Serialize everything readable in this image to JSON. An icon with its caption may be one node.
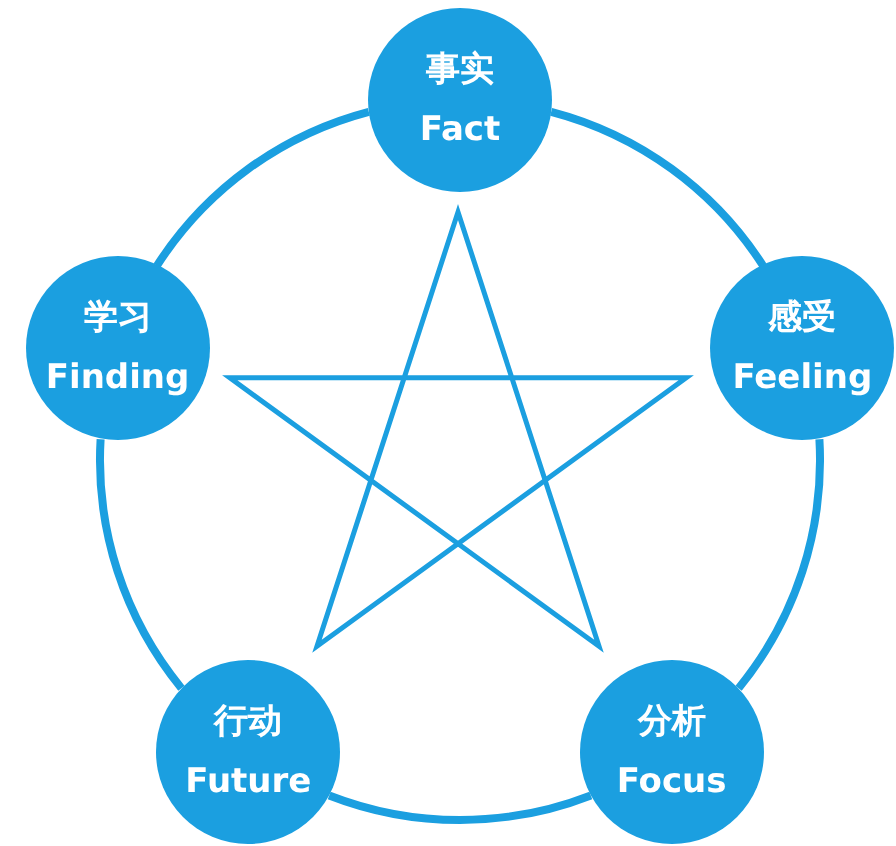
{
  "diagram": {
    "nodes": [
      {
        "text": [
          "事实",
          "Fact"
        ]
      },
      {
        "text": [
          "感受",
          "Feeling"
        ]
      },
      {
        "text": [
          "分析",
          "Focus"
        ]
      },
      {
        "text": [
          "行动",
          "Future"
        ]
      },
      {
        "text": [
          "学习",
          "Finding"
        ]
      }
    ],
    "edges": [
      {
        "from": 0,
        "to": 1,
        "arrow": "none"
      },
      {
        "from": 1,
        "to": 2,
        "arrow": "none"
      },
      {
        "from": 2,
        "to": 3,
        "arrow": "none"
      },
      {
        "from": 3,
        "to": 4,
        "arrow": "none"
      },
      {
        "from": 4,
        "to": 0,
        "arrow": "none"
      }
    ]
  }
}
